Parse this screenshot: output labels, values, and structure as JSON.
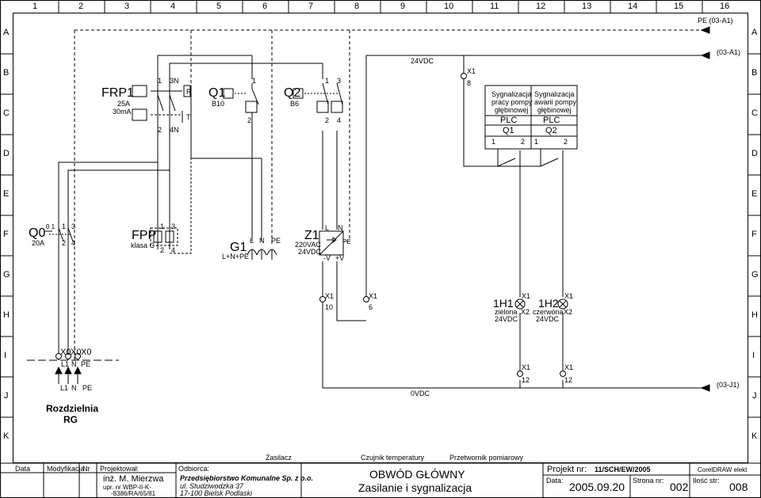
{
  "grid": {
    "columns": [
      "1",
      "2",
      "3",
      "4",
      "5",
      "6",
      "7",
      "8",
      "9",
      "10",
      "11",
      "12",
      "13",
      "14",
      "15",
      "16"
    ],
    "rows": [
      "A",
      "B",
      "C",
      "D",
      "E",
      "F",
      "G",
      "H",
      "I",
      "J",
      "K"
    ]
  },
  "refs": {
    "pe_top": "PE (03-A1)",
    "line_24vdc_ref": "(03-A1)",
    "line_0vdc_ref": "(03-J1)",
    "bus_24vdc": "24VDC",
    "bus_0vdc": "0VDC"
  },
  "components": {
    "frp1": {
      "name": "FRP1",
      "rating1": "25A",
      "rating2": "30mA",
      "t1": "1",
      "t2": "3N",
      "t3": "2",
      "t4": "4N",
      "r": "R",
      "t": "T"
    },
    "q1": {
      "name": "Q1",
      "rating": "B10",
      "t1": "1",
      "t2": "2"
    },
    "q2": {
      "name": "Q2",
      "rating": "B6",
      "t1": "1",
      "t2": "3",
      "t3": "2",
      "t4": "4"
    },
    "q0": {
      "name": "Q0",
      "rating": "20A",
      "t1": "1",
      "t2": "3",
      "t3": "2",
      "t4": "4",
      "sub": "0 1"
    },
    "fpp": {
      "name": "FPP",
      "desc": "klasa C",
      "t1": "1",
      "t2": "3",
      "t3": "2",
      "t4": "4"
    },
    "g1": {
      "name": "G1",
      "desc": "L+N+PE",
      "l": "L",
      "n": "N",
      "pe": "PE"
    },
    "z1": {
      "name": "Z1",
      "in": "220VAC",
      "out": "24VDC",
      "l": "L",
      "n": "N",
      "pe": "PE",
      "mv": "-V",
      "pv": "+V"
    },
    "x1_8": {
      "name": "X1",
      "pin": "8"
    },
    "x1_10": {
      "name": "X1",
      "pin": "10"
    },
    "x1_6": {
      "name": "X1",
      "pin": "6"
    },
    "x1_12a": {
      "name": "X1",
      "pin": "12"
    },
    "x1_12b": {
      "name": "X1",
      "pin": "12"
    },
    "h1": {
      "name": "1H1",
      "color": "zielona",
      "volt": "24VDC",
      "x1": "X1",
      "x2": "X2"
    },
    "h2": {
      "name": "1H2",
      "color": "czerwona",
      "volt": "24VDC",
      "x1": "X1",
      "x2": "X2"
    },
    "x0": {
      "labels": [
        "X0",
        "X0",
        "X0"
      ],
      "pins": [
        "L1",
        "N",
        "PE"
      ]
    },
    "rg": {
      "pins": [
        "L1",
        "N",
        "PE"
      ],
      "title": "Rozdzielnia",
      "title2": "RG"
    },
    "plc1": {
      "l1": "Sygnalizacja",
      "l2": "pracy pompy",
      "l3": "głębinowej",
      "plc": "PLC",
      "ch": "Q1",
      "p1": "1",
      "p2": "2"
    },
    "plc2": {
      "l1": "Sygnalizacja",
      "l2": "awarii pompy",
      "l3": "głębinowej",
      "plc": "PLC",
      "ch": "Q2",
      "p1": "1",
      "p2": "2"
    }
  },
  "footer_labels": {
    "zasilacz": "Zasilacz",
    "czujnik": "Czujnik temperatury",
    "przetwornik": "Przetwornik pomiarowy"
  },
  "title_block": {
    "data_lbl": "Data",
    "modyfikacja_lbl": "Modyfikacja",
    "nr_lbl": "Nr",
    "projektowal_lbl": "Projektował:",
    "projektant": "inż. M. Mierzwa",
    "upr1": "upr. nr WBP-II-K-",
    "upr2": "-8386/RA/65/81",
    "odbiorca_lbl": "Odbiorca:",
    "odbiorca1": "Przedsiębiorstwo Komunalne Sp. z o.o.",
    "odbiorca2": "ul. Studziwodzka 37",
    "odbiorca3": "17-100 Bielsk Podlaski",
    "title1": "OBWÓD GŁÓWNY",
    "title2": "Zasilanie i sygnalizacja",
    "projekt_nr_lbl": "Projekt nr:",
    "projekt_nr": "11/SCH/EW/2005",
    "data2_lbl": "Data:",
    "date": "2005.09.20",
    "strona_lbl": "Strona nr:",
    "strona": "002",
    "software": "CorelDRAW elekt",
    "ilosc_lbl": "Ilość str:",
    "ilosc": "008"
  }
}
